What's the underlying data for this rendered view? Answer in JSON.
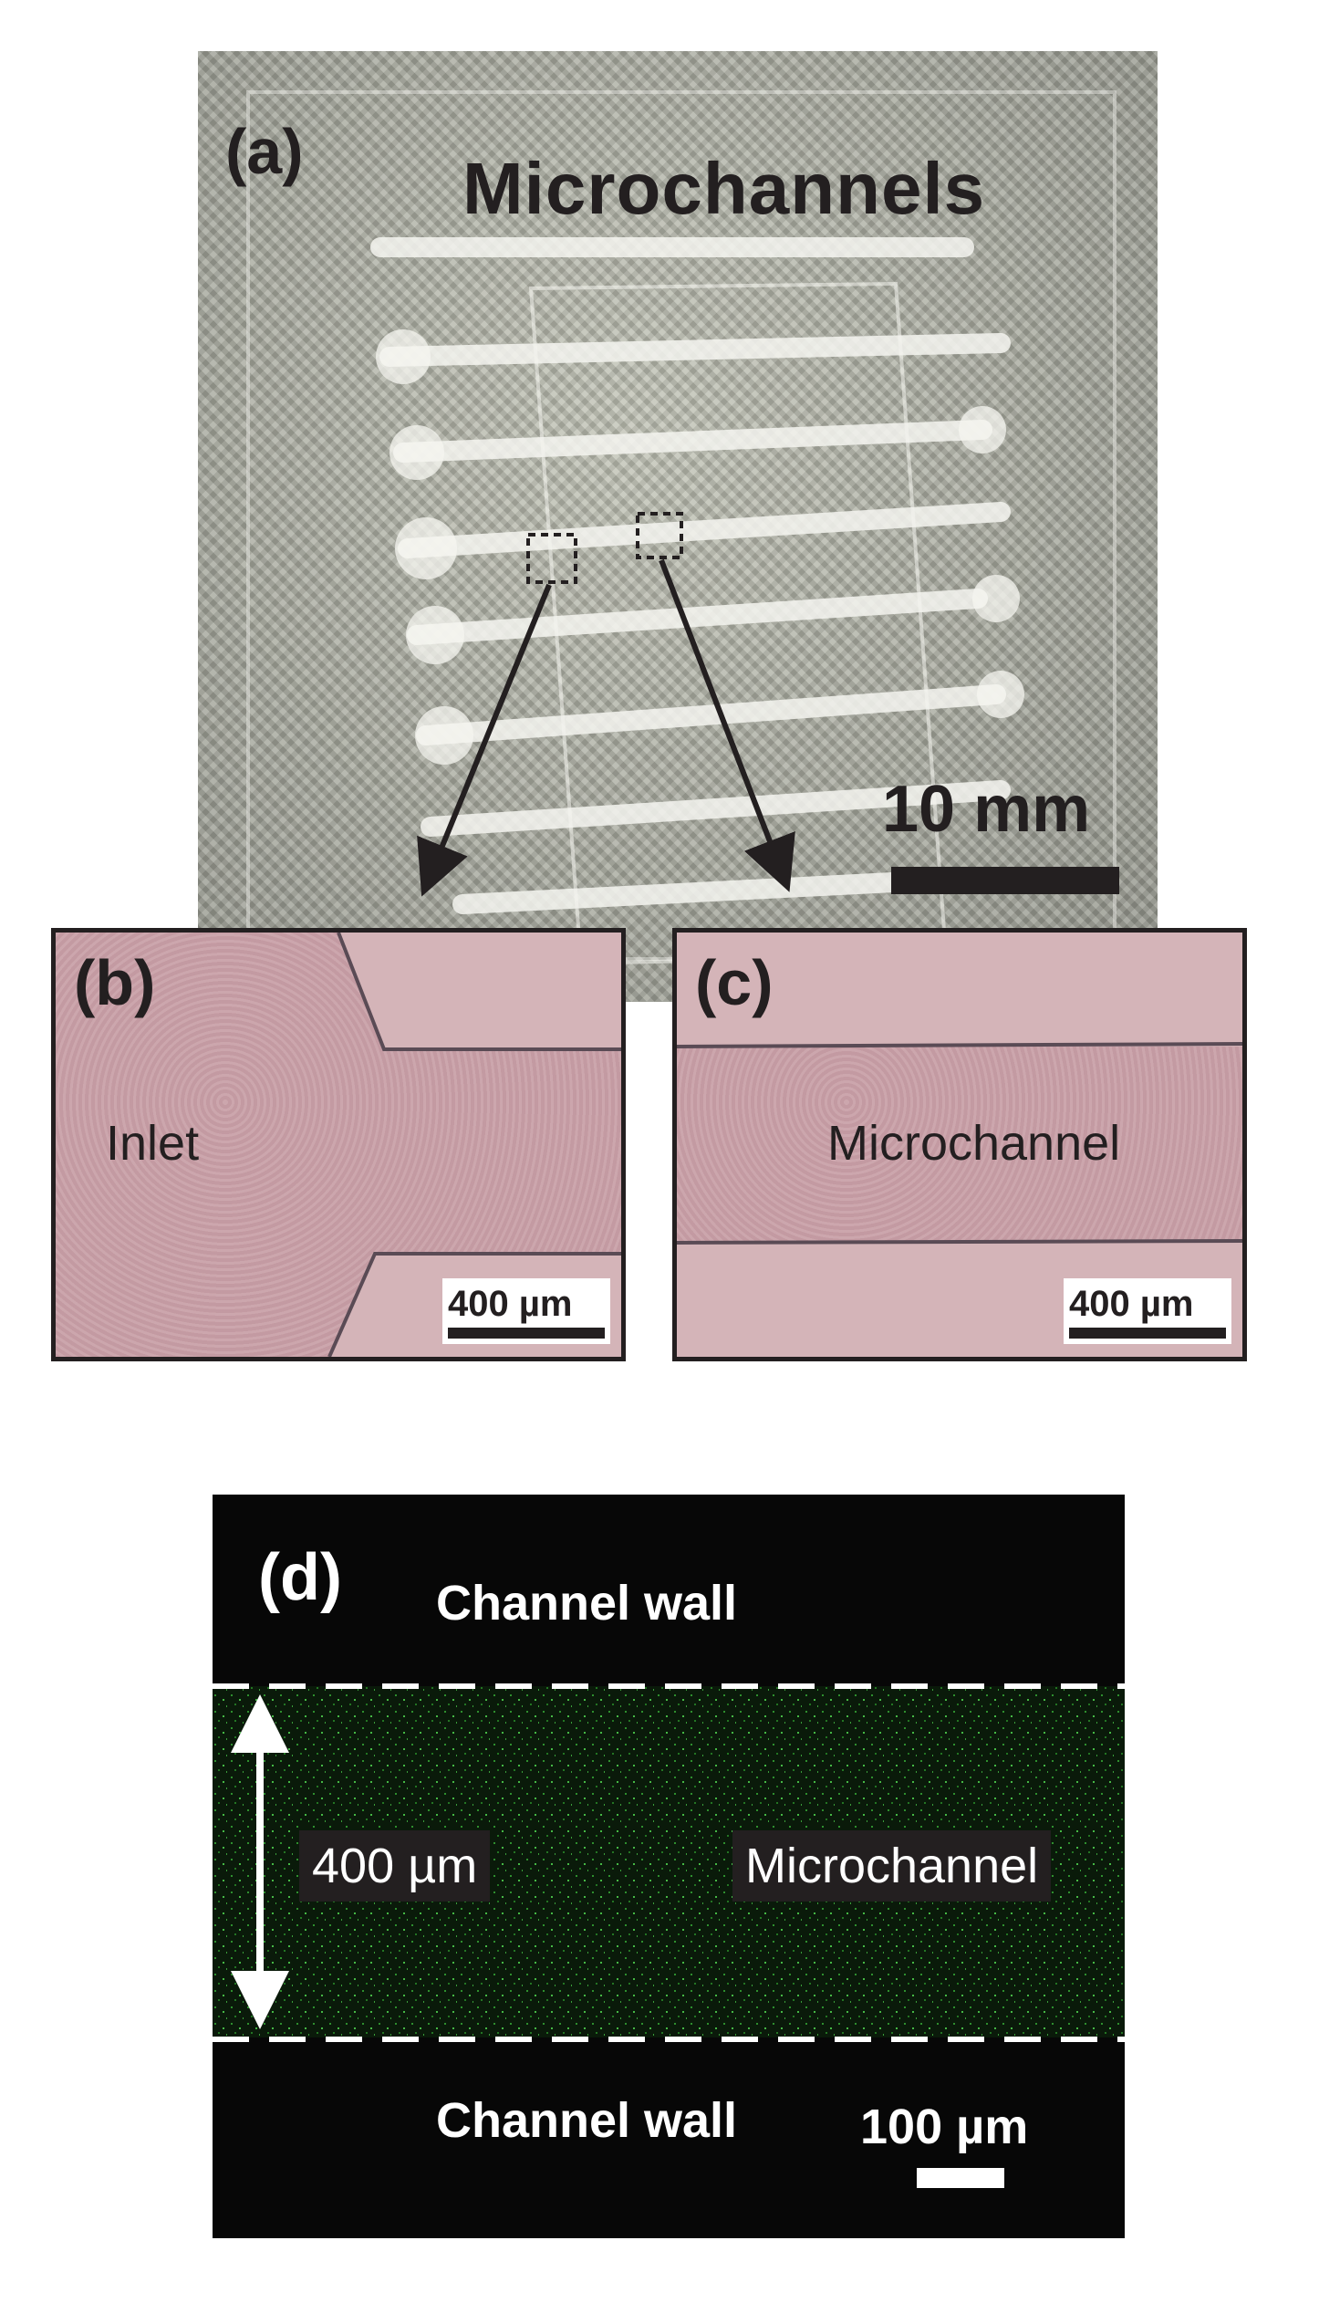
{
  "panel_a": {
    "label": "(a)",
    "title": "Microchannels",
    "scale_bar": "10 mm"
  },
  "panel_b": {
    "label": "(b)",
    "region": "Inlet",
    "scale_bar": "400 µm"
  },
  "panel_c": {
    "label": "(c)",
    "region": "Microchannel",
    "scale_bar": "400 µm"
  },
  "panel_d": {
    "label": "(d)",
    "wall_top": "Channel wall",
    "wall_bottom": "Channel wall",
    "channel_width": "400 µm",
    "region": "Microchannel",
    "scale_bar": "100 µm"
  },
  "colors": {
    "ink": "#231f20",
    "tissue": "#c89fa6",
    "fluorescence": "#3fbf3f",
    "dark_field": "#070707"
  }
}
